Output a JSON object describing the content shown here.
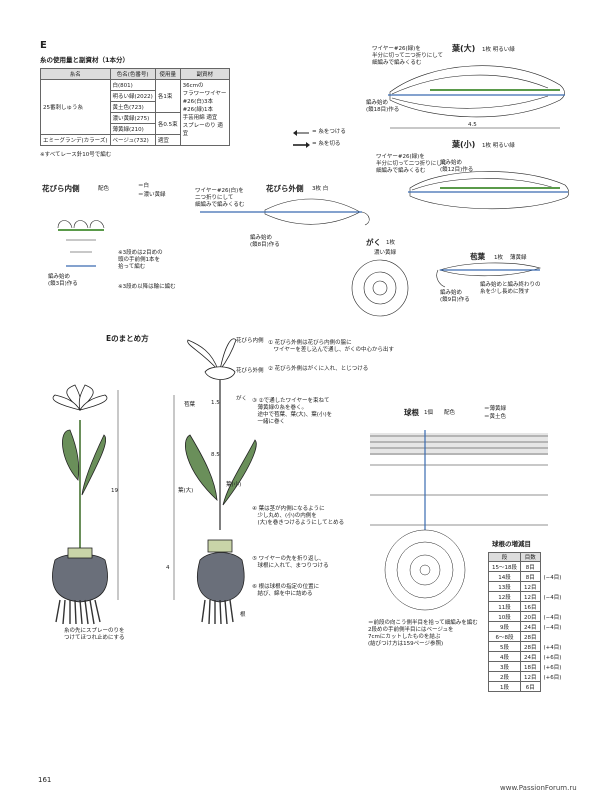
{
  "section": "E",
  "materials": {
    "title": "糸の使用量と副資材（1本分）",
    "headers": [
      "糸名",
      "色名(色番号)",
      "使用量",
      "副資材"
    ],
    "yarn_name": "25番刺しゅう糸",
    "rows": [
      {
        "color": "白(801)"
      },
      {
        "color": "明るい緑(2022)"
      },
      {
        "color": "黄土色(723)"
      },
      {
        "color": "濃い黄緑(275)"
      },
      {
        "color": "薄黄緑(210)"
      }
    ],
    "amount_each": "各1束",
    "amount_half": "各0.5束",
    "supplies": [
      "36cmの",
      "フラワーワイヤー",
      "#26(白)3本",
      "#26(緑)1本",
      "手芸用綿 適宜",
      "スプレーのり 適宜"
    ],
    "last_row": {
      "yarn": "エミーグランデ(カラーズ)",
      "color": "ベージュ(732)",
      "amount": "適宜"
    },
    "note": "※すべてレース針10号で編む"
  },
  "legend": {
    "attach": "= 糸をつける",
    "cut": "= 糸を切る"
  },
  "petal_inner": {
    "title": "花びら内側",
    "color_label": "配色",
    "color_white": "＝白",
    "color_green": "＝濃い黄緑",
    "start_note": "編み始め\n(鎖3目)作る",
    "note1": "※3段めは2目めの\n頭の手前側1本を\n拾って編む",
    "note2": "※3段め以降は輪に編む"
  },
  "petal_outer": {
    "title": "花びら外側",
    "count": "3枚 白",
    "wire_note": "ワイヤー#26(白)を\n二つ折りにして\n細編みで編みくるむ",
    "start_note": "編み始め\n(鎖8目)作る"
  },
  "calyx": {
    "title": "がく",
    "count": "1枚",
    "color": "濃い黄緑"
  },
  "bract": {
    "title": "苞葉",
    "count": "1枚",
    "color": "薄黄緑",
    "note": "編み始めと編み終わりの\n糸を少し長めに残す",
    "start": "編み始め\n(鎖9目)作る"
  },
  "leaf_large": {
    "title": "葉(大)",
    "count": "1枚 明るい緑",
    "wire_note": "ワイヤー#26(緑)を\n半分に切って二つ折りにして\n細編みで編みくるむ",
    "start": "編み始め\n(鎖18目)作る",
    "dim": "4.5"
  },
  "leaf_small": {
    "title": "葉(小)",
    "count": "1枚 明るい緑",
    "wire_note": "ワイヤー#26(緑)を\n半分に切って二つ折りにして\n細編みで編みくるむ",
    "start": "編み始め\n(鎖12目)作る"
  },
  "assembly": {
    "title": "Eのまとめ方",
    "labels": {
      "petal_inner": "花びら内側",
      "petal_outer": "花びら外側",
      "bract": "苞葉",
      "calyx": "がく",
      "leaf_large": "葉(大)",
      "leaf_small": "葉(小)",
      "root": "根"
    },
    "dims": {
      "total": "19",
      "stem": "8.5",
      "small": "1.5",
      "bulb": "4"
    },
    "steps": [
      "① 花びら外側は花びら内側の脇に\n　ワイヤーを差し込んで通し、がくの中心から出す",
      "② 花びら外側はがくに入れ、とじつける",
      "③ ②で通したワイヤーを束ねて\n　薄黄緑の糸を巻く。\n　途中で苞葉、葉(大)、葉(小)を\n　一緒に巻く",
      "④ 葉は茎が内側になるように\n　少し丸め、(小)の内側を\n　(大)を巻きつけるようにしてとめる",
      "⑤ ワイヤーの先を折り返し、\n　球根に入れて、まつりつける",
      "⑥ 根は球根の指定の位置に\n　結び、綿を中に詰める"
    ],
    "note": "糸の先にスプレーのりを\nつけてほつれ止めにする"
  },
  "bulb": {
    "title": "球根",
    "count": "1個",
    "color_label": "配色",
    "color_green": "＝薄黄緑",
    "color_ochre": "＝黄土色",
    "note": "＝前段の向こう側半目を拾って細編みを編む\n2段めの手前側半目にはベージュを\n7cmにカットしたものを結ぶ\n(結びつけ方は159ページ参照)",
    "increase_title": "球根の増減目",
    "increase_headers": [
      "段",
      "目数",
      ""
    ],
    "increase_rows": [
      [
        "15〜18段",
        "8目",
        ""
      ],
      [
        "14段",
        "8目",
        "(−4目)"
      ],
      [
        "13段",
        "12目",
        ""
      ],
      [
        "12段",
        "12目",
        "(−4目)"
      ],
      [
        "11段",
        "16目",
        ""
      ],
      [
        "10段",
        "20目",
        "(−4目)"
      ],
      [
        "9段",
        "24目",
        "(−4目)"
      ],
      [
        "6〜8段",
        "28目",
        ""
      ],
      [
        "5段",
        "28目",
        "(+4目)"
      ],
      [
        "4段",
        "24目",
        "(+6目)"
      ],
      [
        "3段",
        "18目",
        "(+6目)"
      ],
      [
        "2段",
        "12目",
        "(+6目)"
      ],
      [
        "1段",
        "6目",
        ""
      ]
    ]
  },
  "page_number": "161",
  "watermark": "www.PassionForum.ru",
  "colors": {
    "green": "#5a9a4a",
    "blue_chain": "#3a6bb0",
    "lightgreen": "#b5cfa5"
  }
}
